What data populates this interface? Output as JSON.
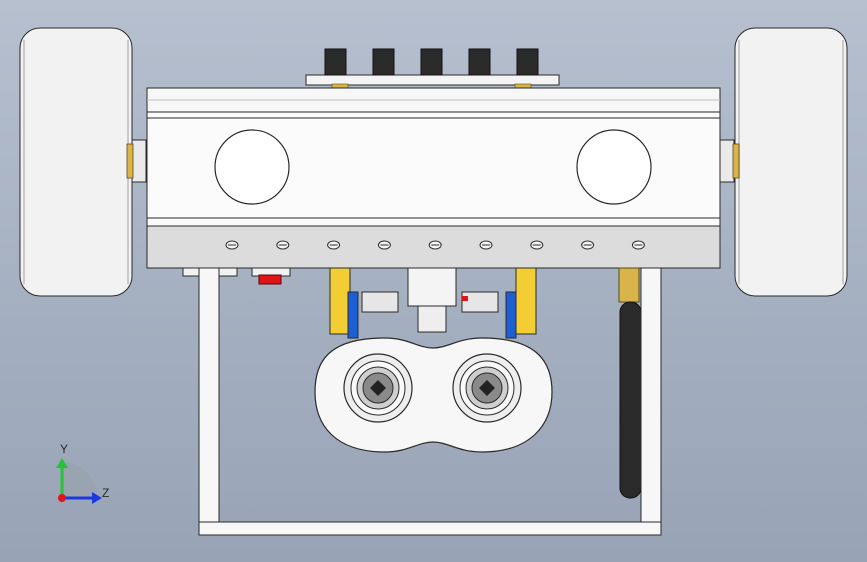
{
  "viewport": {
    "background_top": "#b6c0cf",
    "background_bottom": "#98a4b6"
  },
  "model": {
    "body_color": "#f7f7f7",
    "edge_color": "#2a2a2a",
    "rail_color": "#d9d9d9",
    "wheel_color": "#f2f2f2",
    "brass_color": "#d8b44a",
    "blue_strip_color": "#1f5fd6",
    "yellow_strip_color": "#f2cd34",
    "red_button_color": "#e01414",
    "knob_color": "#2b2b2b",
    "antenna_color": "#2a2a2a",
    "switch_knobs": [
      "knob-1",
      "knob-2",
      "knob-3",
      "knob-4",
      "knob-5"
    ],
    "rail_holes": 9
  },
  "triad": {
    "y_label": "Y",
    "z_label": "Z",
    "y_color": "#27c23a",
    "z_color": "#1a39e0",
    "x_color": "#e0141a"
  }
}
